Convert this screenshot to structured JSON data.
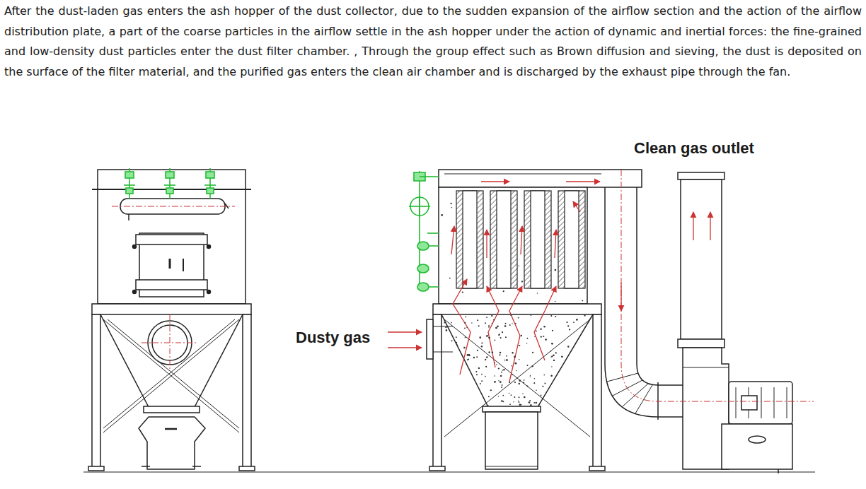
{
  "diagram": {
    "labels": [
      "After the dust-laden gas enters the ash hopper of the dust collector, due to the sudden expansion of the airflow section and the action of the airflow distribution plate, a part of the coarse particles in the airflow settle in the ash hopper under the action of dynamic and inertial forces: the fine-grained and low-density dust particles enter the dust filter chamber. , Through the group effect such as Brown diffusion and sieving, the dust is deposited on the surface of the filter material, and the purified gas enters the clean air chamber and is discharged by the exhaust pipe through the fan.",
      "Clean gas outlet",
      "Dusty gas"
    ]
  }
}
